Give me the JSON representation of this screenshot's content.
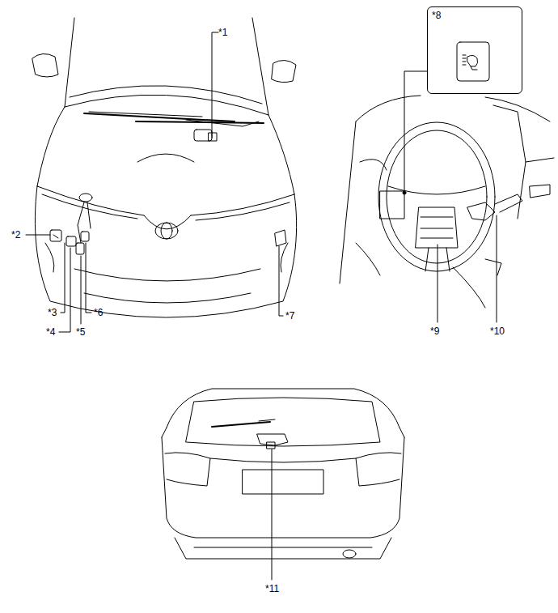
{
  "diagram": {
    "nodes": [
      {
        "text": [
          "*8"
        ]
      }
    ],
    "labels": [
      "*1",
      "*2",
      "*3",
      "*4",
      "*5",
      "*6",
      "*7",
      "*9",
      "*10",
      "*11"
    ]
  }
}
